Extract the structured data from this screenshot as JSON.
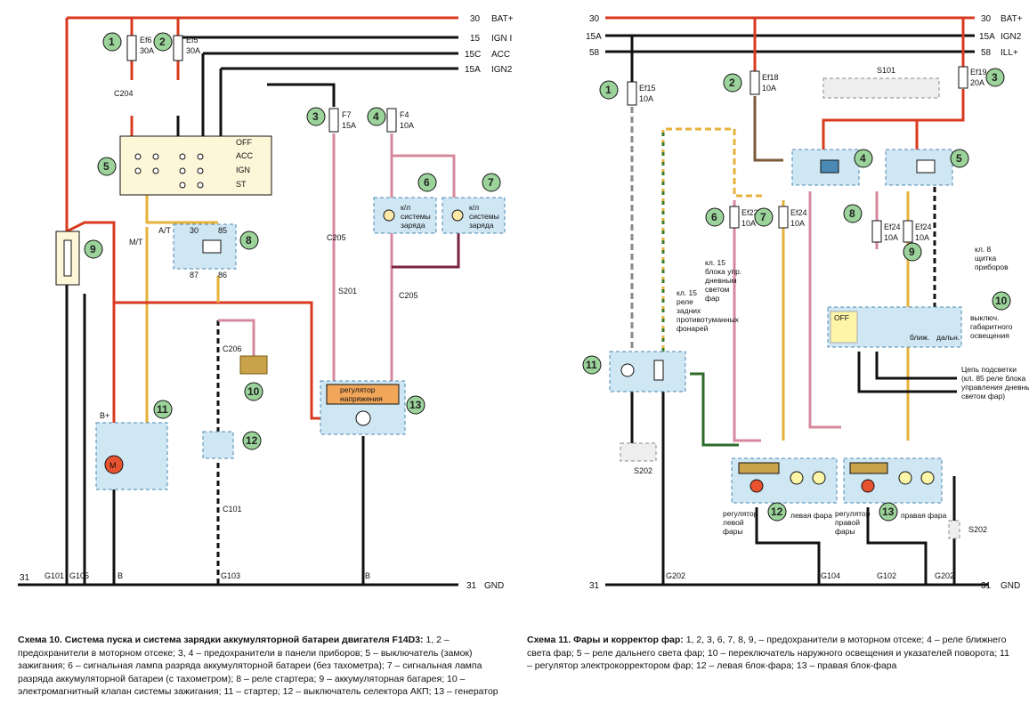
{
  "scheme10": {
    "rails": {
      "bat_num": "30",
      "bat_label": "BAT+",
      "ign_num": "15",
      "ign_label": "IGN I",
      "acc_num": "15C",
      "acc_label": "ACC",
      "ign2_num": "15A",
      "ign2_label": "IGN2",
      "gnd_left_num": "31",
      "gnd_right_num": "31",
      "gnd_label": "GND"
    },
    "fuses": [
      {
        "name": "Ef6",
        "rating": "30A"
      },
      {
        "name": "Ef5",
        "rating": "30A"
      },
      {
        "name": "F7",
        "rating": "15A"
      },
      {
        "name": "F4",
        "rating": "10A"
      }
    ],
    "switch_positions": [
      "OFF",
      "ACC",
      "IGN",
      "ST"
    ],
    "connectors": [
      "C204",
      "C205",
      "C206",
      "C101",
      "S201",
      "C205"
    ],
    "grounds": [
      "G101",
      "G105",
      "B",
      "G103",
      "B"
    ],
    "components": {
      "lamp_text_1": "к/л",
      "lamp_text_2": "системы",
      "lamp_text_3": "заряда",
      "regulator_1": "регулятор",
      "regulator_2": "напряжения",
      "mt": "M/T",
      "at": "A/T",
      "bplus": "B+"
    },
    "numbers": [
      "1",
      "2",
      "3",
      "4",
      "5",
      "6",
      "7",
      "8",
      "9",
      "10",
      "11",
      "12",
      "13"
    ]
  },
  "scheme11": {
    "rails": {
      "bat_num_left": "30",
      "bat_num_right": "30",
      "bat_label": "BAT+",
      "r15a_left": "15A",
      "r15a_right": "15A",
      "ign2_label": "IGN2",
      "r58_left": "58",
      "r58_right": "58",
      "ill_label": "ILL+",
      "gnd_left_num": "31",
      "gnd_right_num": "31",
      "gnd_label": "GND"
    },
    "fuses": [
      {
        "name": "Ef15",
        "rating": "10A"
      },
      {
        "name": "Ef18",
        "rating": "10A"
      },
      {
        "name": "Ef19",
        "rating": "20A"
      },
      {
        "name": "Ef23",
        "rating": "10A"
      },
      {
        "name": "Ef24",
        "rating": "10A"
      },
      {
        "name": "Ef24",
        "rating": "10A"
      },
      {
        "name": "Ef24",
        "rating": "10A"
      }
    ],
    "notes": {
      "drl_1": "кл. 15",
      "drl_2": "блока упр.",
      "drl_3": "дневным",
      "drl_4": "светом",
      "drl_5": "фар",
      "rear_1": "кл. 15",
      "rear_2": "реле",
      "rear_3": "задних",
      "rear_4": "противотуманных",
      "rear_5": "фонарей",
      "dash_1": "кл. 8",
      "dash_2": "щитка",
      "dash_3": "приборов",
      "backlight_1": "Цепь подсветки",
      "backlight_2": "(кл. 85 реле блока",
      "backlight_3": "управления дневны",
      "backlight_4": "светом фар)",
      "switch_1": "выключ.",
      "switch_2": "габаритного",
      "switch_3": "освещения",
      "blizh": "ближ.",
      "dal": "дальн.",
      "off": "OFF",
      "reg_left_1": "регулятор",
      "reg_left_2": "левой",
      "reg_left_3": "фары",
      "reg_right_1": "регулятор",
      "reg_right_2": "правой",
      "reg_right_3": "фары",
      "lamp_left": "левая фара",
      "lamp_right": "правая фара"
    },
    "splices": [
      "S101",
      "S202",
      "S202"
    ],
    "grounds": [
      "G202",
      "G104",
      "G102",
      "G202"
    ]
  },
  "captions": {
    "cap10_title": "Схема 10. Система пуска и система зарядки аккумуляторной батареи двигателя F14D3:",
    "cap10_body": " 1, 2 – предохранители в моторном отсеке; 3, 4 – предохранители в панели приборов; 5 – выключатель (замок) зажигания; 6 – сигнальная лампа разряда аккумуляторной батареи (без тахометра); 7 – сигнальная лампа разряда аккумуляторной батареи (с тахометром); 8 – реле стартера; 9 – аккумуляторная батарея; 10 – электромагнитный клапан системы зажигания; 11 – стартер; 12 – выключатель селектора АКП; 13 – генератор",
    "cap11_title": "Схема 11. Фары и корректор фар:",
    "cap11_body": " 1, 2, 3, 6, 7, 8, 9, – предохранители в моторном отсеке; 4 – реле ближнего света фар; 5 – реле дальнего света фар; 10 – переключатель наружного освещения и указателей поворота; 11 – регулятор электрокорректором фар; 12 – левая блок-фара; 13 – правая блок-фара"
  }
}
